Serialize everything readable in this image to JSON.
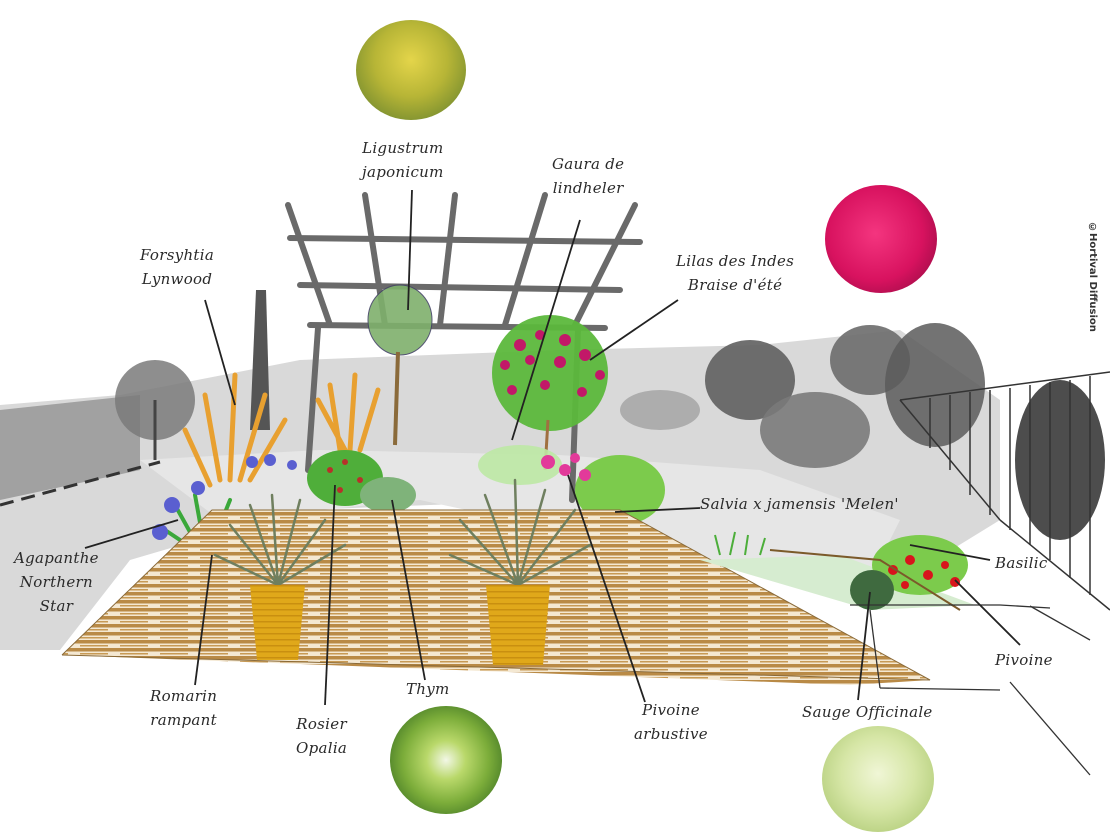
{
  "title": "Garden terrace planting plan illustration",
  "credit": "©Hortival Diffusion",
  "colors": {
    "deck_wood": "#b98a46",
    "pot_yellow": "#e0a81a",
    "grass_green": "#5cb83c",
    "lilac_pink": "#d2237a",
    "agapanthus_blue": "#5a5fd0",
    "pivoine_red": "#d8141c",
    "grey_wash": "#9a9a9a"
  },
  "labels": [
    {
      "id": "ligustrum",
      "lines": [
        "Ligustrum",
        "japonicum"
      ]
    },
    {
      "id": "gaura",
      "lines": [
        "Gaura de",
        "lindheler"
      ]
    },
    {
      "id": "lilas",
      "lines": [
        "Lilas des Indes",
        "Braise d'été"
      ]
    },
    {
      "id": "forsythia",
      "lines": [
        "Forsyhtia",
        "Lynwood"
      ]
    },
    {
      "id": "agapanthe",
      "lines": [
        "Agapanthe",
        "Northern",
        "Star"
      ]
    },
    {
      "id": "salvia",
      "lines": [
        "Salvia x jamensis 'Melen'"
      ]
    },
    {
      "id": "basilic",
      "lines": [
        "Basilic"
      ]
    },
    {
      "id": "pivoine",
      "lines": [
        "Pivoine"
      ]
    },
    {
      "id": "romarin",
      "lines": [
        "Romarin",
        "rampant"
      ]
    },
    {
      "id": "rosier",
      "lines": [
        "Rosier",
        "Opalia"
      ]
    },
    {
      "id": "thym",
      "lines": [
        "Thym"
      ]
    },
    {
      "id": "pivoine_arbustive",
      "lines": [
        "Pivoine",
        "arbustive"
      ]
    },
    {
      "id": "sauge",
      "lines": [
        "Sauge Officinale"
      ]
    }
  ],
  "photos": [
    {
      "id": "ligustrum-photo",
      "subject": "Ligustrum japonicum tree with yellow-green foliage"
    },
    {
      "id": "lilas-photo",
      "subject": "Lilas des Indes magenta flowers"
    },
    {
      "id": "thym-photo",
      "subject": "Thym with white flowers"
    },
    {
      "id": "sauge-photo",
      "subject": "Sauge Officinale pale green leaves"
    }
  ]
}
